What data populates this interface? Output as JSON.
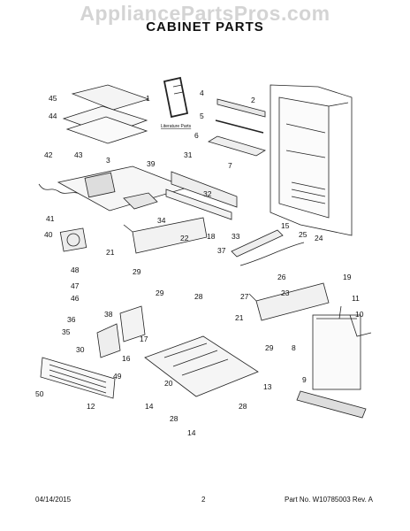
{
  "watermark": "AppliancePartsPros.com",
  "title": "CABINET PARTS",
  "literature_label": "Literature Parts",
  "footer": {
    "date": "04/14/2015",
    "page": "2",
    "part_no": "Part No.  W10785003  Rev.  A"
  },
  "callouts": [
    {
      "id": "45",
      "text": "45"
    },
    {
      "id": "44",
      "text": "44"
    },
    {
      "id": "1",
      "text": "1"
    },
    {
      "id": "4",
      "text": "4"
    },
    {
      "id": "2",
      "text": "2"
    },
    {
      "id": "5",
      "text": "5"
    },
    {
      "id": "6",
      "text": "6"
    },
    {
      "id": "7",
      "text": "7"
    },
    {
      "id": "31",
      "text": "31"
    },
    {
      "id": "42",
      "text": "42"
    },
    {
      "id": "43",
      "text": "43"
    },
    {
      "id": "3",
      "text": "3"
    },
    {
      "id": "39",
      "text": "39"
    },
    {
      "id": "32",
      "text": "32"
    },
    {
      "id": "34",
      "text": "34"
    },
    {
      "id": "33",
      "text": "33"
    },
    {
      "id": "41",
      "text": "41"
    },
    {
      "id": "40",
      "text": "40"
    },
    {
      "id": "18",
      "text": "18"
    },
    {
      "id": "22",
      "text": "22"
    },
    {
      "id": "15",
      "text": "15"
    },
    {
      "id": "25",
      "text": "25"
    },
    {
      "id": "24",
      "text": "24"
    },
    {
      "id": "21a",
      "text": "21"
    },
    {
      "id": "29a",
      "text": "29"
    },
    {
      "id": "37",
      "text": "37"
    },
    {
      "id": "48",
      "text": "48"
    },
    {
      "id": "47",
      "text": "47"
    },
    {
      "id": "46",
      "text": "46"
    },
    {
      "id": "29b",
      "text": "29"
    },
    {
      "id": "28a",
      "text": "28"
    },
    {
      "id": "26",
      "text": "26"
    },
    {
      "id": "19",
      "text": "19"
    },
    {
      "id": "27",
      "text": "27"
    },
    {
      "id": "23",
      "text": "23"
    },
    {
      "id": "11",
      "text": "11"
    },
    {
      "id": "10",
      "text": "10"
    },
    {
      "id": "21b",
      "text": "21"
    },
    {
      "id": "36",
      "text": "36"
    },
    {
      "id": "38",
      "text": "38"
    },
    {
      "id": "35",
      "text": "35"
    },
    {
      "id": "17",
      "text": "17"
    },
    {
      "id": "29c",
      "text": "29"
    },
    {
      "id": "8",
      "text": "8"
    },
    {
      "id": "30",
      "text": "30"
    },
    {
      "id": "16",
      "text": "16"
    },
    {
      "id": "9",
      "text": "9"
    },
    {
      "id": "49",
      "text": "49"
    },
    {
      "id": "50",
      "text": "50"
    },
    {
      "id": "20",
      "text": "20"
    },
    {
      "id": "13",
      "text": "13"
    },
    {
      "id": "12",
      "text": "12"
    },
    {
      "id": "14a",
      "text": "14"
    },
    {
      "id": "28b",
      "text": "28"
    },
    {
      "id": "28c",
      "text": "28"
    },
    {
      "id": "14b",
      "text": "14"
    }
  ]
}
